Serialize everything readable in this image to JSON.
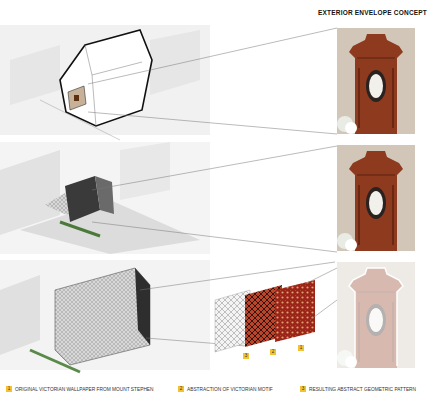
{
  "diagram": {
    "title": "EXTERIOR ENVELOPE CONCEPT",
    "labels": [
      "3",
      "2",
      "1",
      "1",
      "2",
      "3"
    ],
    "legend": [
      {
        "text": "ORIGINAL VICTORIAN WALLPAPER FROM MOUNT STEPHEN",
        "color": "#f2c230"
      },
      {
        "text": "ABSTRACTION OF VICTORIAN MOTIF",
        "color": "#f2c230"
      },
      {
        "text": "RESULTING ABSTRACT GEOMETRIC PATTERN",
        "color": "#f2c230"
      }
    ]
  }
}
